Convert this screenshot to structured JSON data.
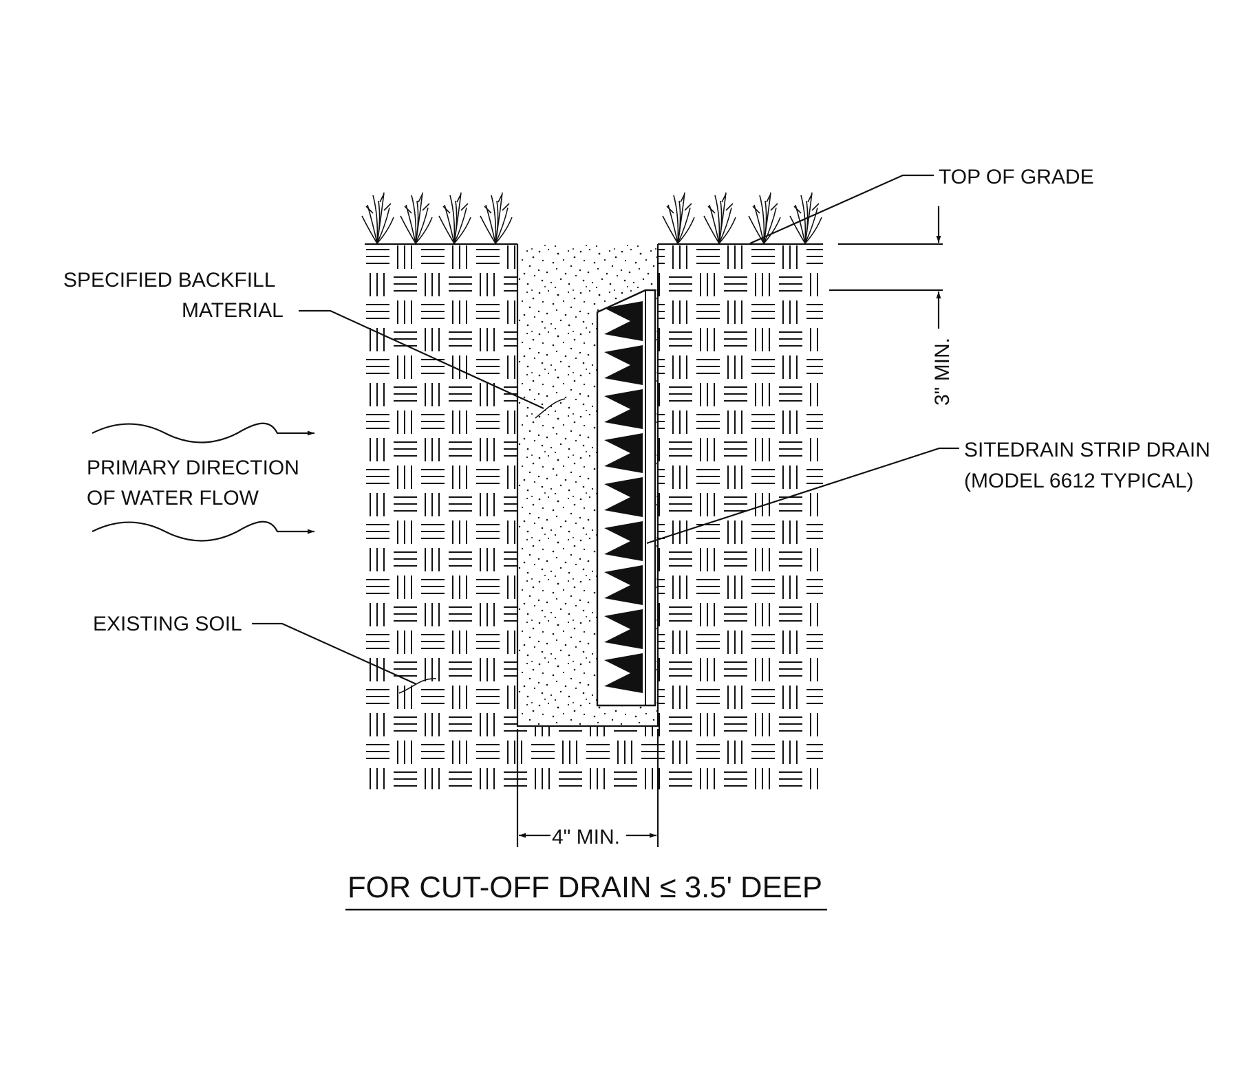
{
  "diagram": {
    "labels": {
      "top_of_grade": "TOP OF GRADE",
      "backfill_line1": "SPECIFIED  BACKFILL",
      "backfill_line2": "MATERIAL",
      "flow_line1": "PRIMARY DIRECTION",
      "flow_line2": "OF WATER FLOW",
      "existing_soil": "EXISTING SOIL",
      "sitedrain_line1": "SITEDRAIN STRIP DRAIN",
      "sitedrain_line2": "(MODEL 6612 TYPICAL)",
      "dim_top": "3\" MIN.",
      "dim_width": "4\" MIN."
    },
    "title": "FOR CUT-OFF DRAIN ≤ 3.5' DEEP"
  }
}
